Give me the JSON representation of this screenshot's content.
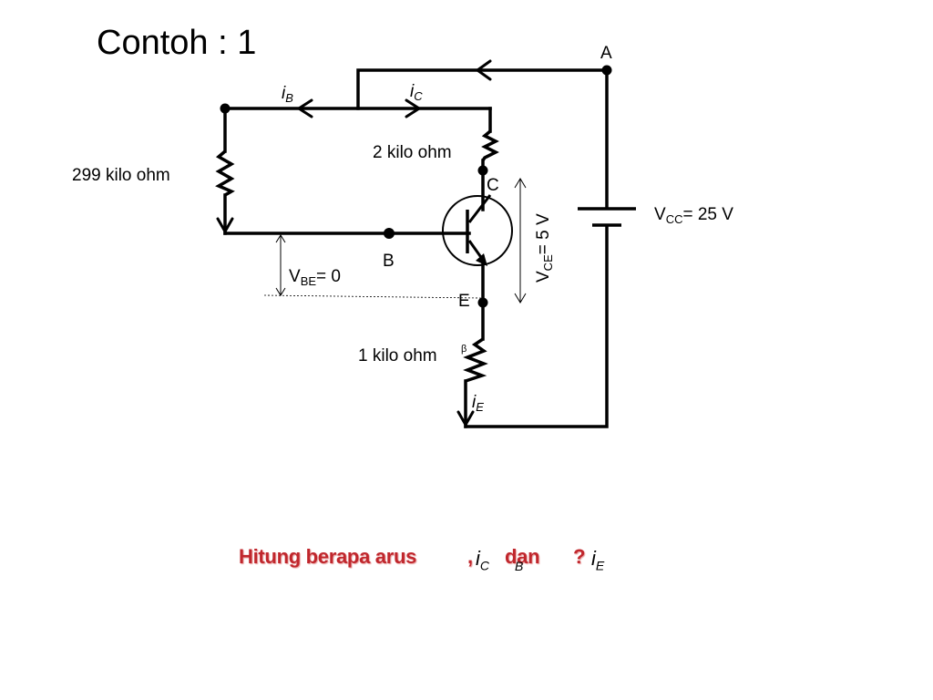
{
  "slide": {
    "title": "Contoh : 1"
  },
  "circuit": {
    "node_a": "A",
    "node_b": "B",
    "node_c": "C",
    "node_e": "E",
    "current_base": {
      "symbol": "i",
      "subscript": "B"
    },
    "current_collector": {
      "symbol": "i",
      "subscript": "C"
    },
    "current_emitter": {
      "symbol": "i",
      "subscript": "E"
    },
    "resistor_base": "299 kilo ohm",
    "resistor_collector": "2 kilo ohm",
    "resistor_emitter": "1 kilo ohm",
    "resistor_emitter_mark": "β",
    "vcc": {
      "symbol": "V",
      "subscript": "CC",
      "value": "= 25 V"
    },
    "vbe": {
      "symbol": "V",
      "subscript": "BE",
      "value": "= 0"
    },
    "vce": {
      "symbol": "V",
      "subscript": "CE",
      "value": "= 5 V"
    }
  },
  "question": {
    "text_prefix": "Hitung berapa arus",
    "comma": ",",
    "conj": "dan",
    "qmark": "?",
    "var_c": {
      "symbol": "i",
      "subscript": "C"
    },
    "var_b_subscript": "B",
    "var_e": {
      "symbol": "i",
      "subscript": "E"
    },
    "color": "#c0272d"
  }
}
